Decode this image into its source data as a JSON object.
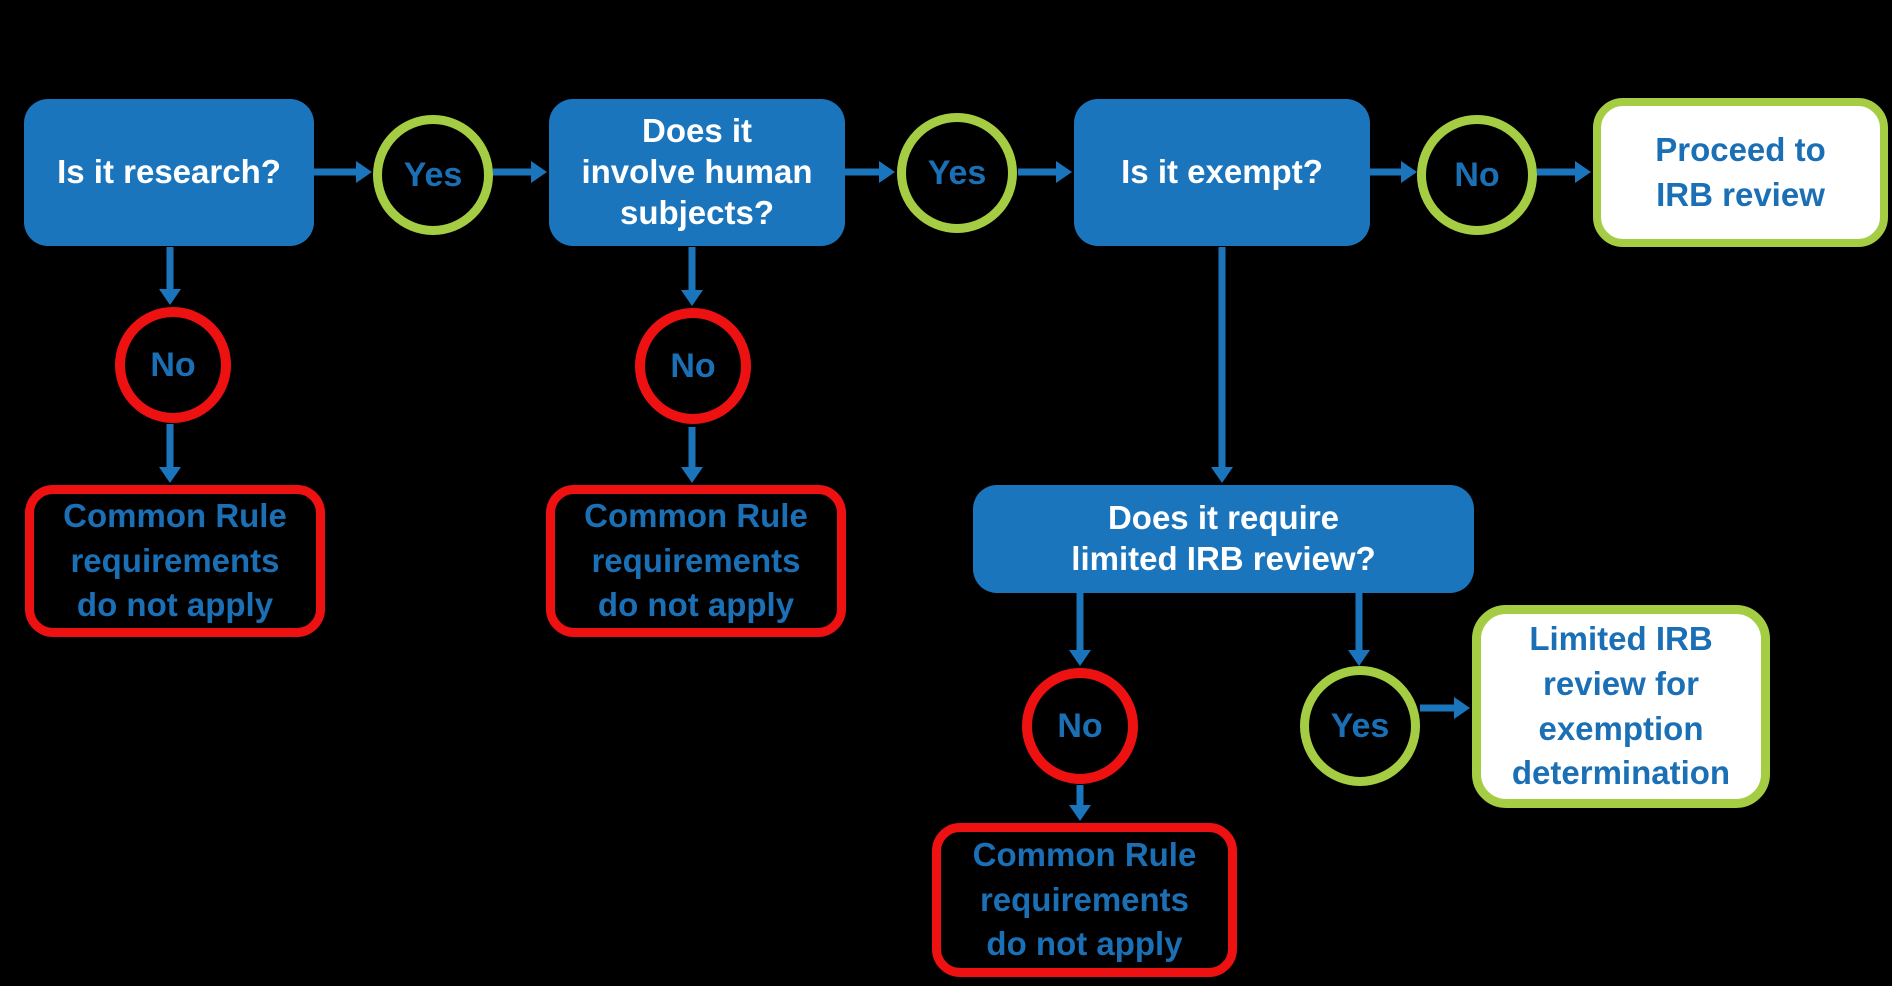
{
  "colors": {
    "background": "#000000",
    "box_blue": "#1b75bc",
    "arrow_blue": "#1b75bc",
    "label_blue": "#1b6fb5",
    "circle_green": "#a5cd44",
    "circle_red": "#ee1111",
    "box_text_white": "#ffffff",
    "outcome_bg_white": "#ffffff"
  },
  "nodes": {
    "q_research": {
      "label": "Is it research?"
    },
    "q_human_subjects": {
      "label": "Does it\ninvolve human\nsubjects?"
    },
    "q_exempt": {
      "label": "Is it exempt?"
    },
    "q_limited_review": {
      "label": "Does it require\nlimited IRB review?"
    },
    "proceed_irb": {
      "label": "Proceed to\nIRB review"
    },
    "limited_irb": {
      "label": "Limited IRB\nreview for\nexemption\ndetermination"
    },
    "common_rule_1": {
      "label": "Common Rule\nrequirements\ndo not apply"
    },
    "common_rule_2": {
      "label": "Common Rule\nrequirements\ndo not apply"
    },
    "common_rule_3": {
      "label": "Common Rule\nrequirements\ndo not apply"
    },
    "yes_1": {
      "label": "Yes"
    },
    "yes_2": {
      "label": "Yes"
    },
    "yes_3": {
      "label": "Yes"
    },
    "no_green": {
      "label": "No"
    },
    "no_1": {
      "label": "No"
    },
    "no_2": {
      "label": "No"
    },
    "no_3": {
      "label": "No"
    }
  }
}
